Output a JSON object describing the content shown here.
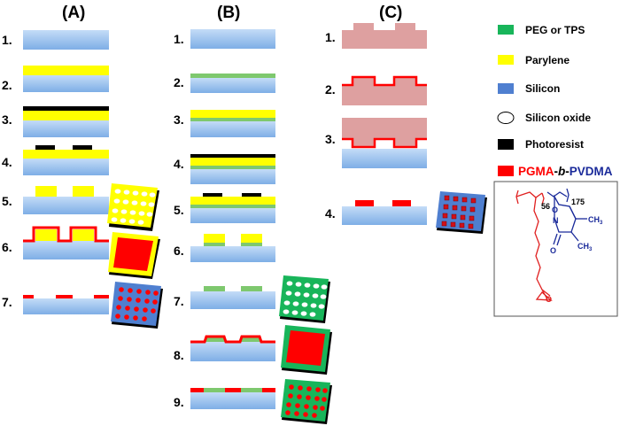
{
  "panels": {
    "a": {
      "title": "(A)",
      "steps": [
        "1.",
        "2.",
        "3.",
        "4.",
        "5.",
        "6.",
        "7."
      ]
    },
    "b": {
      "title": "(B)",
      "steps": [
        "1.",
        "2.",
        "3.",
        "4.",
        "5.",
        "6.",
        "7.",
        "8.",
        "9."
      ]
    },
    "c": {
      "title": "(C)",
      "steps": [
        "1.",
        "2.",
        "3.",
        "4."
      ]
    }
  },
  "legend": {
    "items": [
      {
        "label": "PEG or TPS",
        "color": "#18b55a",
        "icon": "green-square"
      },
      {
        "label": "Parylene",
        "color": "#ffff00",
        "icon": "yellow-square"
      },
      {
        "label": "Silicon",
        "color": "#4f7fd0",
        "icon": "blue-square"
      },
      {
        "label": "Silicon oxide",
        "color": "#ffffff",
        "icon": "white-ellipse"
      },
      {
        "label": "Photoresist",
        "color": "#000000",
        "icon": "black-square"
      }
    ],
    "polymer": {
      "color": "#ff0000",
      "icon": "red-square",
      "name_part1": "PGMA",
      "name_part2": "-",
      "name_part3": "b",
      "name_part4": "-",
      "name_part5": "PVDMA",
      "sub_56": "56",
      "sub_175": "175",
      "atom_n": "N",
      "atom_o": "O",
      "atom_o2": "O",
      "atom_o3": "O",
      "methyl": "CH",
      "methyl_sub": "3",
      "methyl2": "CH",
      "methyl2_sub": "3"
    }
  },
  "colors": {
    "silicon_top": "#b8d6f5",
    "silicon_bottom": "#7fb0e6",
    "parylene": "#ffff00",
    "photoresist": "#000000",
    "polymer": "#ff0000",
    "peg": "#7ec86e",
    "pdms": "#dea0a0"
  }
}
